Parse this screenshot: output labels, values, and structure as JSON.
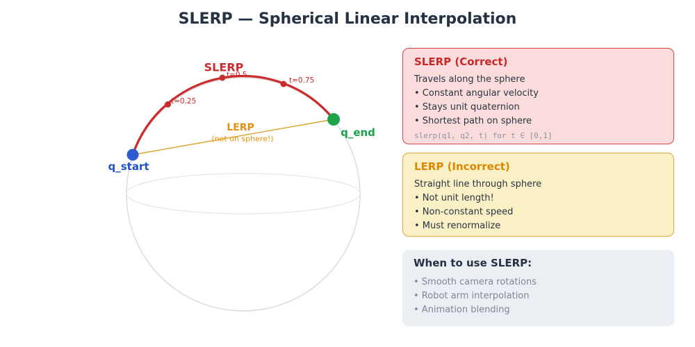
{
  "title": "SLERP — Spherical Linear Interpolation",
  "diagram": {
    "slerp_curve_label": "SLERP",
    "lerp_line_label": "LERP",
    "lerp_note": "(not on sphere!)",
    "start_label": "q_start",
    "end_label": "q_end",
    "t_labels": [
      "t=0.25",
      "t=0.5",
      "t=0.75"
    ],
    "colors": {
      "slerp_arc": "#cc2b2b",
      "lerp_line": "#d9a42a",
      "q_start_dot": "#2e5bd0",
      "q_end_dot": "#1fa24a",
      "sphere_outline": "#d8dce3",
      "equator_ellipse": "#e2e6ec"
    }
  },
  "panels": {
    "slerp": {
      "title": "SLERP (Correct)",
      "intro": "Travels along the sphere",
      "bullets": [
        "• Constant angular velocity",
        "• Stays unit quaternion",
        "• Shortest path on sphere"
      ],
      "code": "slerp(q1, q2, t) for t ∈ [0,1]",
      "bg_color": "#fadcdc",
      "border_color": "#d04545",
      "title_color": "#cc2626"
    },
    "lerp": {
      "title": "LERP (Incorrect)",
      "intro": "Straight line through sphere",
      "bullets": [
        "• Not unit length!",
        "• Non-constant speed",
        "• Must renormalize"
      ],
      "bg_color": "#faf0c6",
      "border_color": "#d9a73c",
      "title_color": "#dd8800"
    },
    "usage": {
      "title": "When to use SLERP:",
      "bullets": [
        "• Smooth camera rotations",
        "• Robot arm interpolation",
        "• Animation blending"
      ],
      "bg_color": "#ebeef3",
      "title_color": "#253243"
    }
  }
}
